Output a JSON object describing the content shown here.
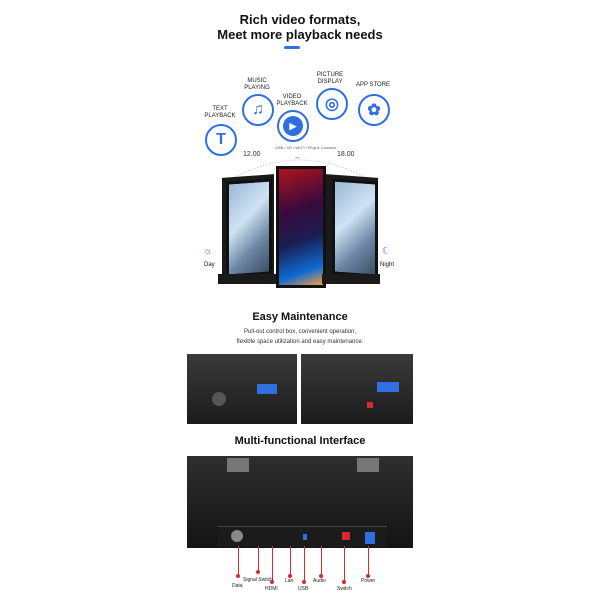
{
  "section1": {
    "title_line1": "Rich video formats,",
    "title_line2": "Meet more playback needs",
    "features": [
      {
        "label": "TEXT PLAYBACK",
        "icon": "text-icon",
        "glyph": "T"
      },
      {
        "label": "MUSIC PLAYING",
        "icon": "music-note-icon",
        "glyph": "♫"
      },
      {
        "label": "VIDEO PLAYBACK",
        "icon": "play-icon",
        "glyph": "▶"
      },
      {
        "label": "PICTURE DISPLAY",
        "icon": "camera-icon",
        "glyph": "◎"
      },
      {
        "label": "APP STORE",
        "icon": "app-grid-icon",
        "glyph": "✿"
      }
    ],
    "time_left": "12.00",
    "time_right": "18.00",
    "arc_label": "USB / 4G / Wi-Fi / Plug & Connect",
    "day_label": "Day",
    "night_label": "Night",
    "accent_color": "#2f6fe0"
  },
  "section2": {
    "title": "Easy Maintenance",
    "desc_line1": "Pull-out control box, convenient operation,",
    "desc_line2": "flexible space utilization and easy maintenance."
  },
  "section3": {
    "title": "Multi-functional Interface",
    "ports": [
      {
        "label": "Data"
      },
      {
        "label": "Signal Switch"
      },
      {
        "label": "HDMI"
      },
      {
        "label": "Lan"
      },
      {
        "label": "USB"
      },
      {
        "label": "Audio"
      },
      {
        "label": "Switch"
      },
      {
        "label": "Power"
      }
    ],
    "pointer_color": "#d92b2b"
  }
}
